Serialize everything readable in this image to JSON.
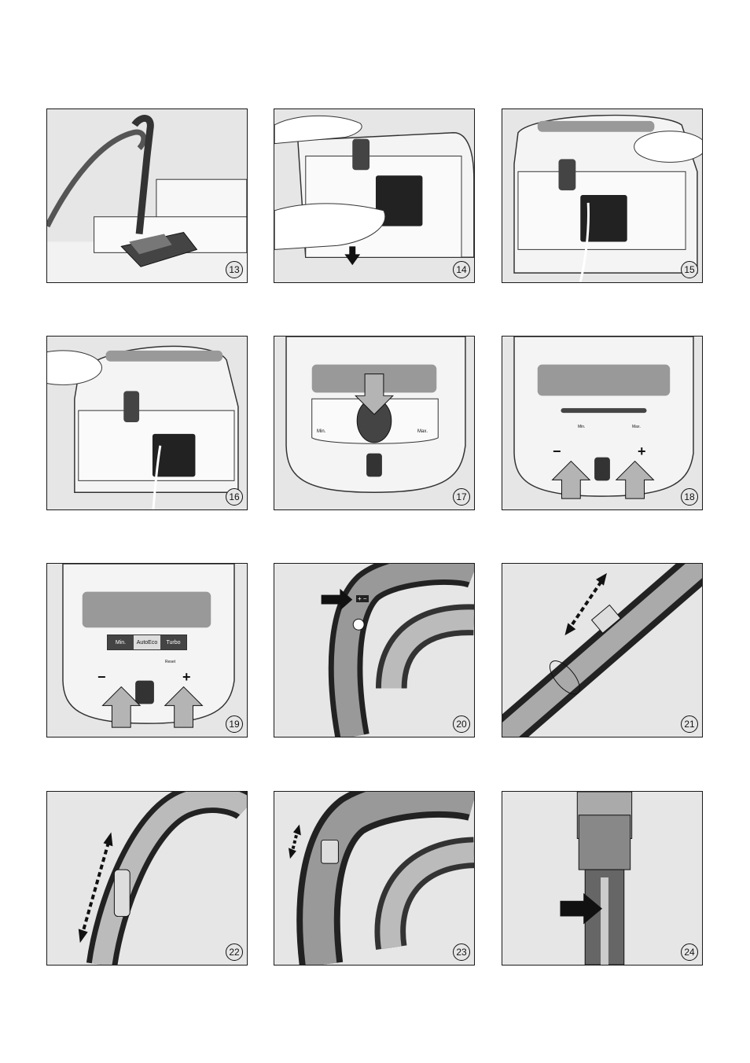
{
  "figures": [
    "13",
    "14",
    "15",
    "16",
    "17",
    "18",
    "19",
    "20",
    "21",
    "22",
    "23",
    "24"
  ],
  "fig17": {
    "min_label": "Min.",
    "max_label": "Max."
  },
  "fig18": {
    "minus": "−",
    "plus": "+",
    "min_label": "Min.",
    "max_label": "Max."
  },
  "fig19": {
    "minus": "−",
    "plus": "+",
    "btn_min": "Min.",
    "btn_auto": "AutoEco",
    "btn_turbo": "Turbo",
    "reset_label": "Reset"
  },
  "fig20": {
    "switch_label": "+ −"
  },
  "colors": {
    "panel_bg": "#e6e6e6",
    "arrow_fill": "#b4b4b4",
    "ink": "#111111"
  },
  "icons": [
    "vacuum-handle-icon",
    "floorhead-icon",
    "hand-icon",
    "vacuum-body-icon",
    "dust-bag-icon",
    "arrow-down-icon",
    "arrow-up-icon",
    "arrow-right-icon",
    "double-arrow-icon",
    "telescopic-tube-icon",
    "hose-icon"
  ]
}
